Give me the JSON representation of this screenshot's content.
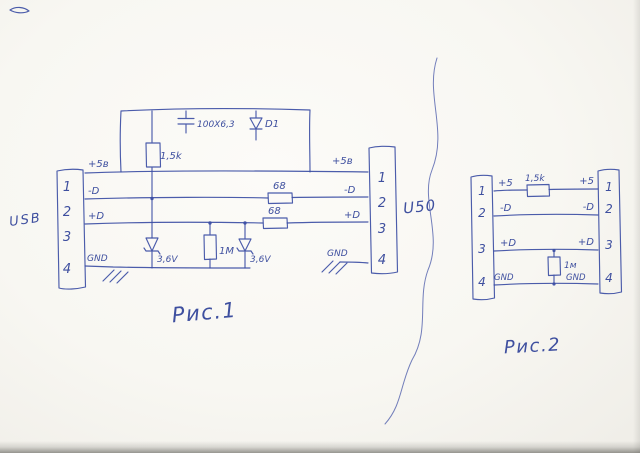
{
  "page": {
    "paper_color": "#f8f7f2",
    "ink_color": "#3c4ea4"
  },
  "figure1": {
    "caption": "Рис.1",
    "usb": {
      "label": "USB",
      "pins": [
        "1",
        "2",
        "3",
        "4"
      ]
    },
    "u50": {
      "label": "U50",
      "pins": [
        "1",
        "2",
        "3",
        "4"
      ]
    },
    "wires": {
      "vcc_left": "+5в",
      "vcc_right": "+5в",
      "dminus_left": "-D",
      "dminus_right": "-D",
      "dplus_left": "+D",
      "dplus_right": "+D",
      "gnd_left": "GND",
      "gnd_right": "GND"
    },
    "components": {
      "pullup": "1,5k",
      "capacitor": "100X6,3",
      "diode": "D1",
      "series_dminus": "68",
      "series_dplus": "68",
      "zener_left": "3,6V",
      "res_1m": "1M",
      "zener_right": "3,6V"
    }
  },
  "figure2": {
    "caption": "Рис.2",
    "left_pins": [
      "1",
      "2",
      "3",
      "4"
    ],
    "right_pins": [
      "1",
      "2",
      "3",
      "4"
    ],
    "wires": {
      "vcc_left": "+5",
      "vcc_right": "+5",
      "dminus_left": "-D",
      "dminus_right": "-D",
      "dplus_left": "+D",
      "dplus_right": "+D",
      "gnd_left": "GND",
      "gnd_right": "GND"
    },
    "components": {
      "pullup": "1,5k",
      "res_1m": "1м"
    }
  }
}
